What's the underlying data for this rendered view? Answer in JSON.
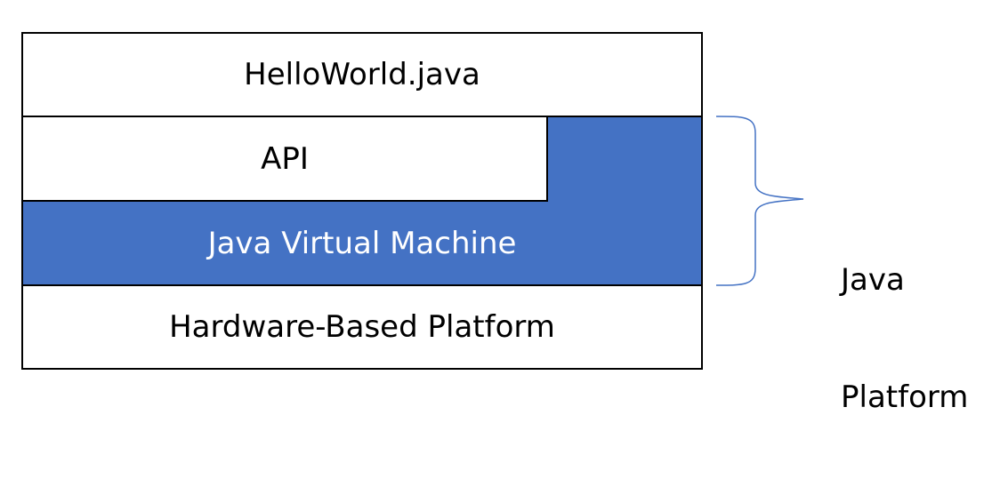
{
  "layers": {
    "source": "HelloWorld.java",
    "api": "API",
    "jvm": "Java Virtual Machine",
    "hardware": "Hardware-Based Platform"
  },
  "java_platform": {
    "line1": "Java",
    "line2": "Platform"
  },
  "colors": {
    "jvm_fill": "#4472C4",
    "brace": "#4472C4",
    "outline": "#000000"
  }
}
